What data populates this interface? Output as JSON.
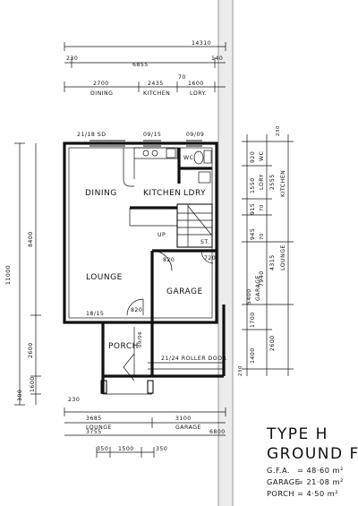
{
  "dimensions_top": {
    "overall": "14310",
    "left_230": "230",
    "right_140": "140",
    "span_6855": "6855",
    "dining": "2700",
    "kitchen": "2435",
    "lory_width": "1600",
    "mid_70": "70",
    "dining_label": "DINING",
    "kitchen_label": "KITCHEN",
    "lory_label": "LDRY."
  },
  "dimensions_left": {
    "overall": "11000",
    "upper": "8400",
    "lower": "2600",
    "bottom_300": "300",
    "bottom_1600": "1600"
  },
  "dimensions_right": {
    "d230_top": "230",
    "d920": "920",
    "wc": "WC",
    "d1550": "1550",
    "lory": "LDRY",
    "d2555": "2555",
    "kitchen": "KITCHEN",
    "d915": "915",
    "d70a": "70",
    "d945": "945",
    "d70b": "70",
    "d4315": "4315",
    "lounge": "LOUNGE",
    "d7940": "7940",
    "d5400": "5400",
    "garage": "GARAGE",
    "d1700": "1700",
    "d1400": "1400",
    "d2600": "2600",
    "d230_bottom": "230"
  },
  "dimensions_bottom": {
    "d230": "230",
    "d3685": "3685",
    "lounge": "LOUNGE",
    "d3100": "3100",
    "garage": "GARAGE",
    "d3755": "3755",
    "d6800": "6800",
    "d350a": "350",
    "d1500": "1500",
    "d350b": "350"
  },
  "plan": {
    "window_top_left": "21/18 SD",
    "window_top_mid": "09/15",
    "window_top_right": "09/09",
    "wc": "WC",
    "dining": "DINING",
    "kitchen": "KITCHEN",
    "lory": "LDRY",
    "up": "UP",
    "stair": "ST.",
    "door_820_a": "820",
    "door_720": "720",
    "lounge": "LOUNGE",
    "garage": "GARAGE",
    "window_lounge": "18/15",
    "door_820_b": "820",
    "porch": "PORCH",
    "window_porch": "09/06",
    "roller_door": "21/24 ROLLER DOOR"
  },
  "title": {
    "type_line": "TYPE H",
    "floor_line": "GROUND F",
    "gfa_label": "G.F.A.",
    "gfa_value": "= 48·60 m²",
    "garage_label": "GARAGE",
    "garage_value": "= 21·08 m²",
    "porch_label": "PORCH",
    "porch_value": "= 4·50 m²"
  }
}
